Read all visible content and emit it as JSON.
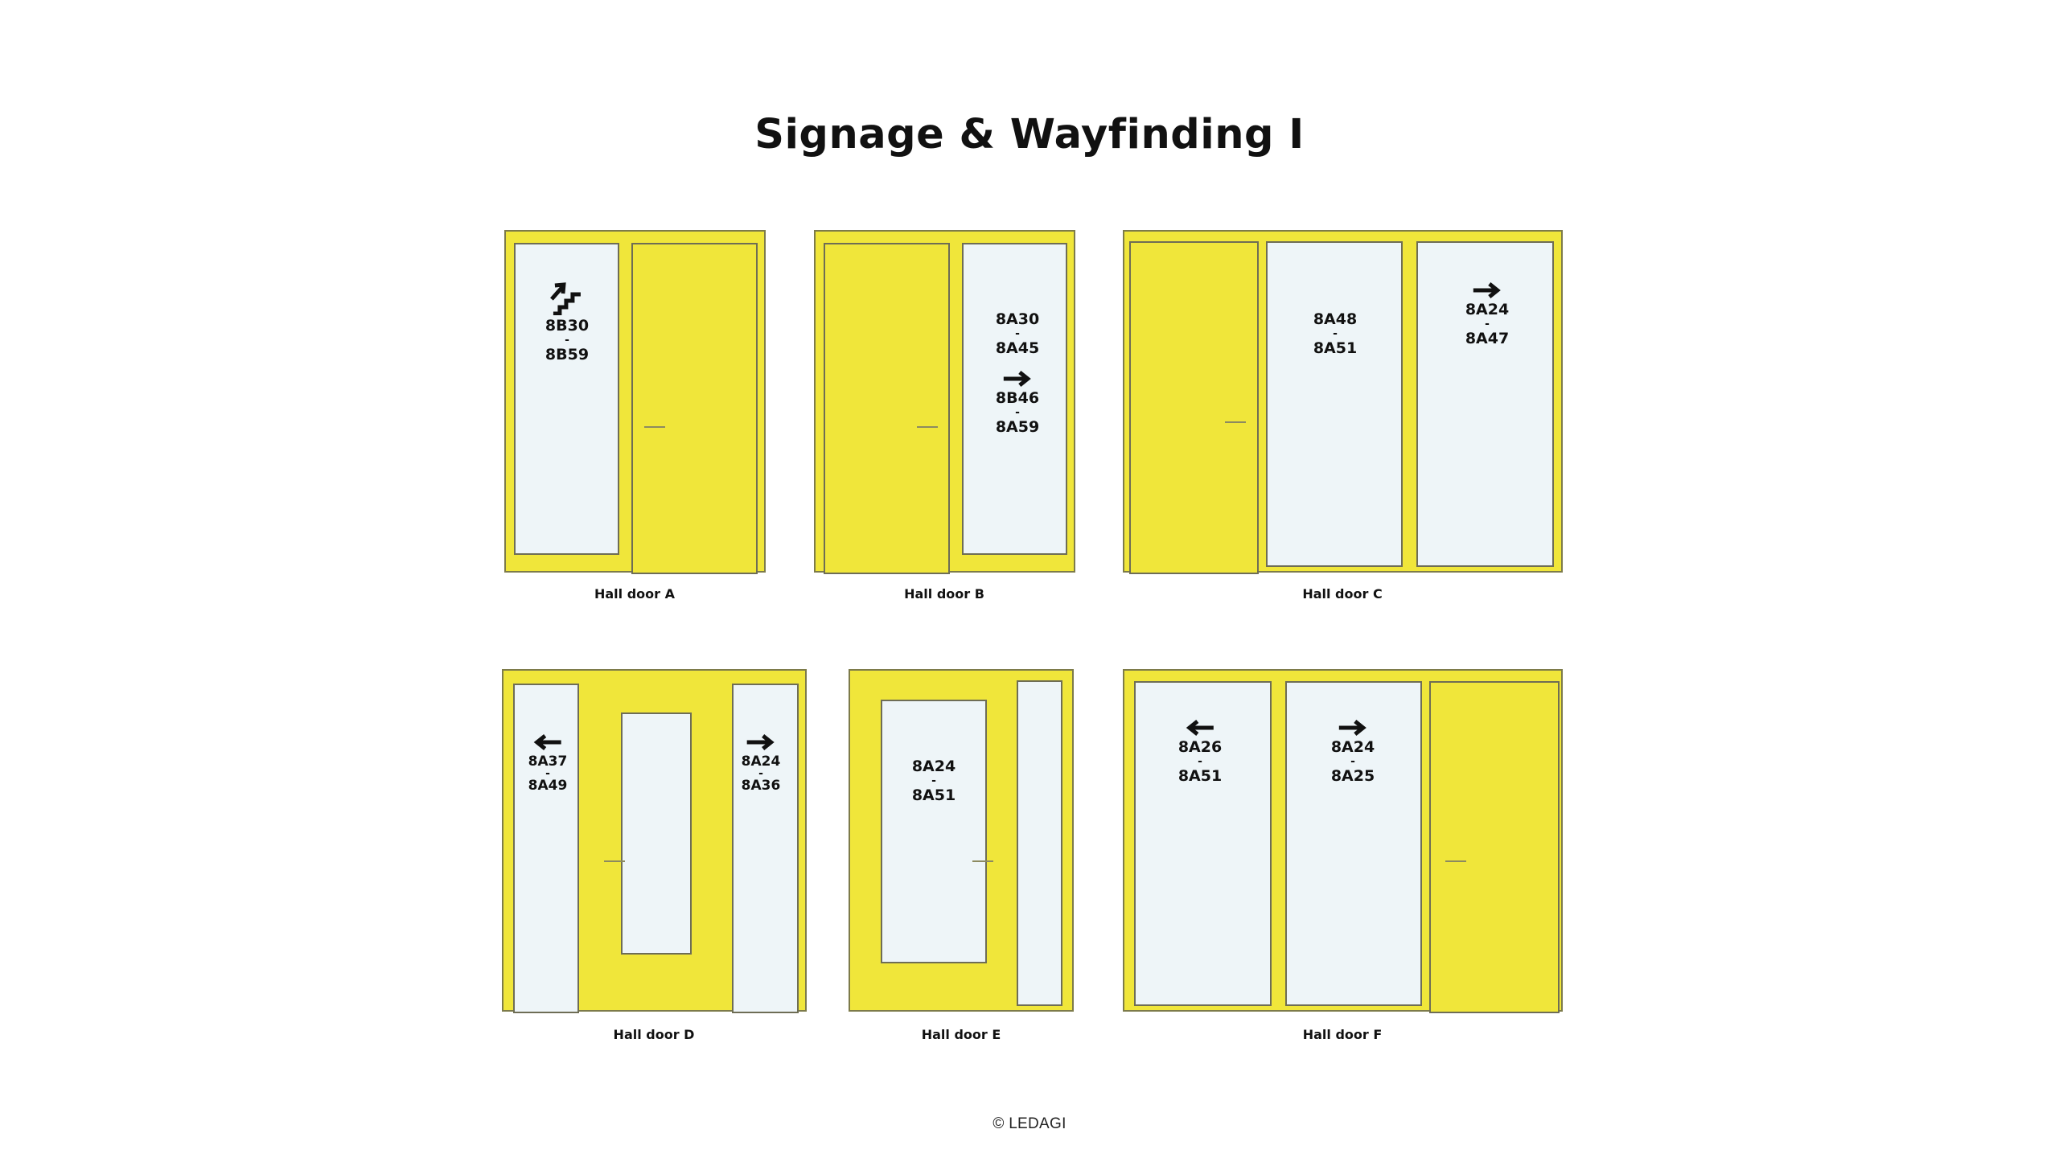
{
  "title": "Signage & Wayfinding I",
  "footer": "© LEDAGI",
  "colors": {
    "door": "#f0e63a",
    "glass": "#eef5f8",
    "frame": "#7d7b4a"
  },
  "doors": [
    {
      "caption": "Hall door A",
      "signs": [
        {
          "icon": "stairs-up-icon",
          "from": "8B30",
          "dash": "-",
          "to": "8B59"
        }
      ]
    },
    {
      "caption": "Hall door B",
      "signs": [
        {
          "from": "8A30",
          "dash": "-",
          "to": "8A45"
        },
        {
          "icon": "arrow-right-icon",
          "from": "8B46",
          "dash": "-",
          "to": "8A59"
        }
      ]
    },
    {
      "caption": "Hall door C",
      "signs": [
        {
          "from": "8A48",
          "dash": "-",
          "to": "8A51"
        },
        {
          "icon": "arrow-right-icon",
          "from": "8A24",
          "dash": "-",
          "to": "8A47"
        }
      ]
    },
    {
      "caption": "Hall door D",
      "signs": [
        {
          "icon": "arrow-left-icon",
          "from": "8A37",
          "dash": "-",
          "to": "8A49"
        },
        {
          "icon": "arrow-right-icon",
          "from": "8A24",
          "dash": "-",
          "to": "8A36"
        }
      ]
    },
    {
      "caption": "Hall door E",
      "signs": [
        {
          "from": "8A24",
          "dash": "-",
          "to": "8A51"
        }
      ]
    },
    {
      "caption": "Hall door F",
      "signs": [
        {
          "icon": "arrow-left-icon",
          "from": "8A26",
          "dash": "-",
          "to": "8A51"
        },
        {
          "icon": "arrow-right-icon",
          "from": "8A24",
          "dash": "-",
          "to": "8A25"
        }
      ]
    }
  ]
}
